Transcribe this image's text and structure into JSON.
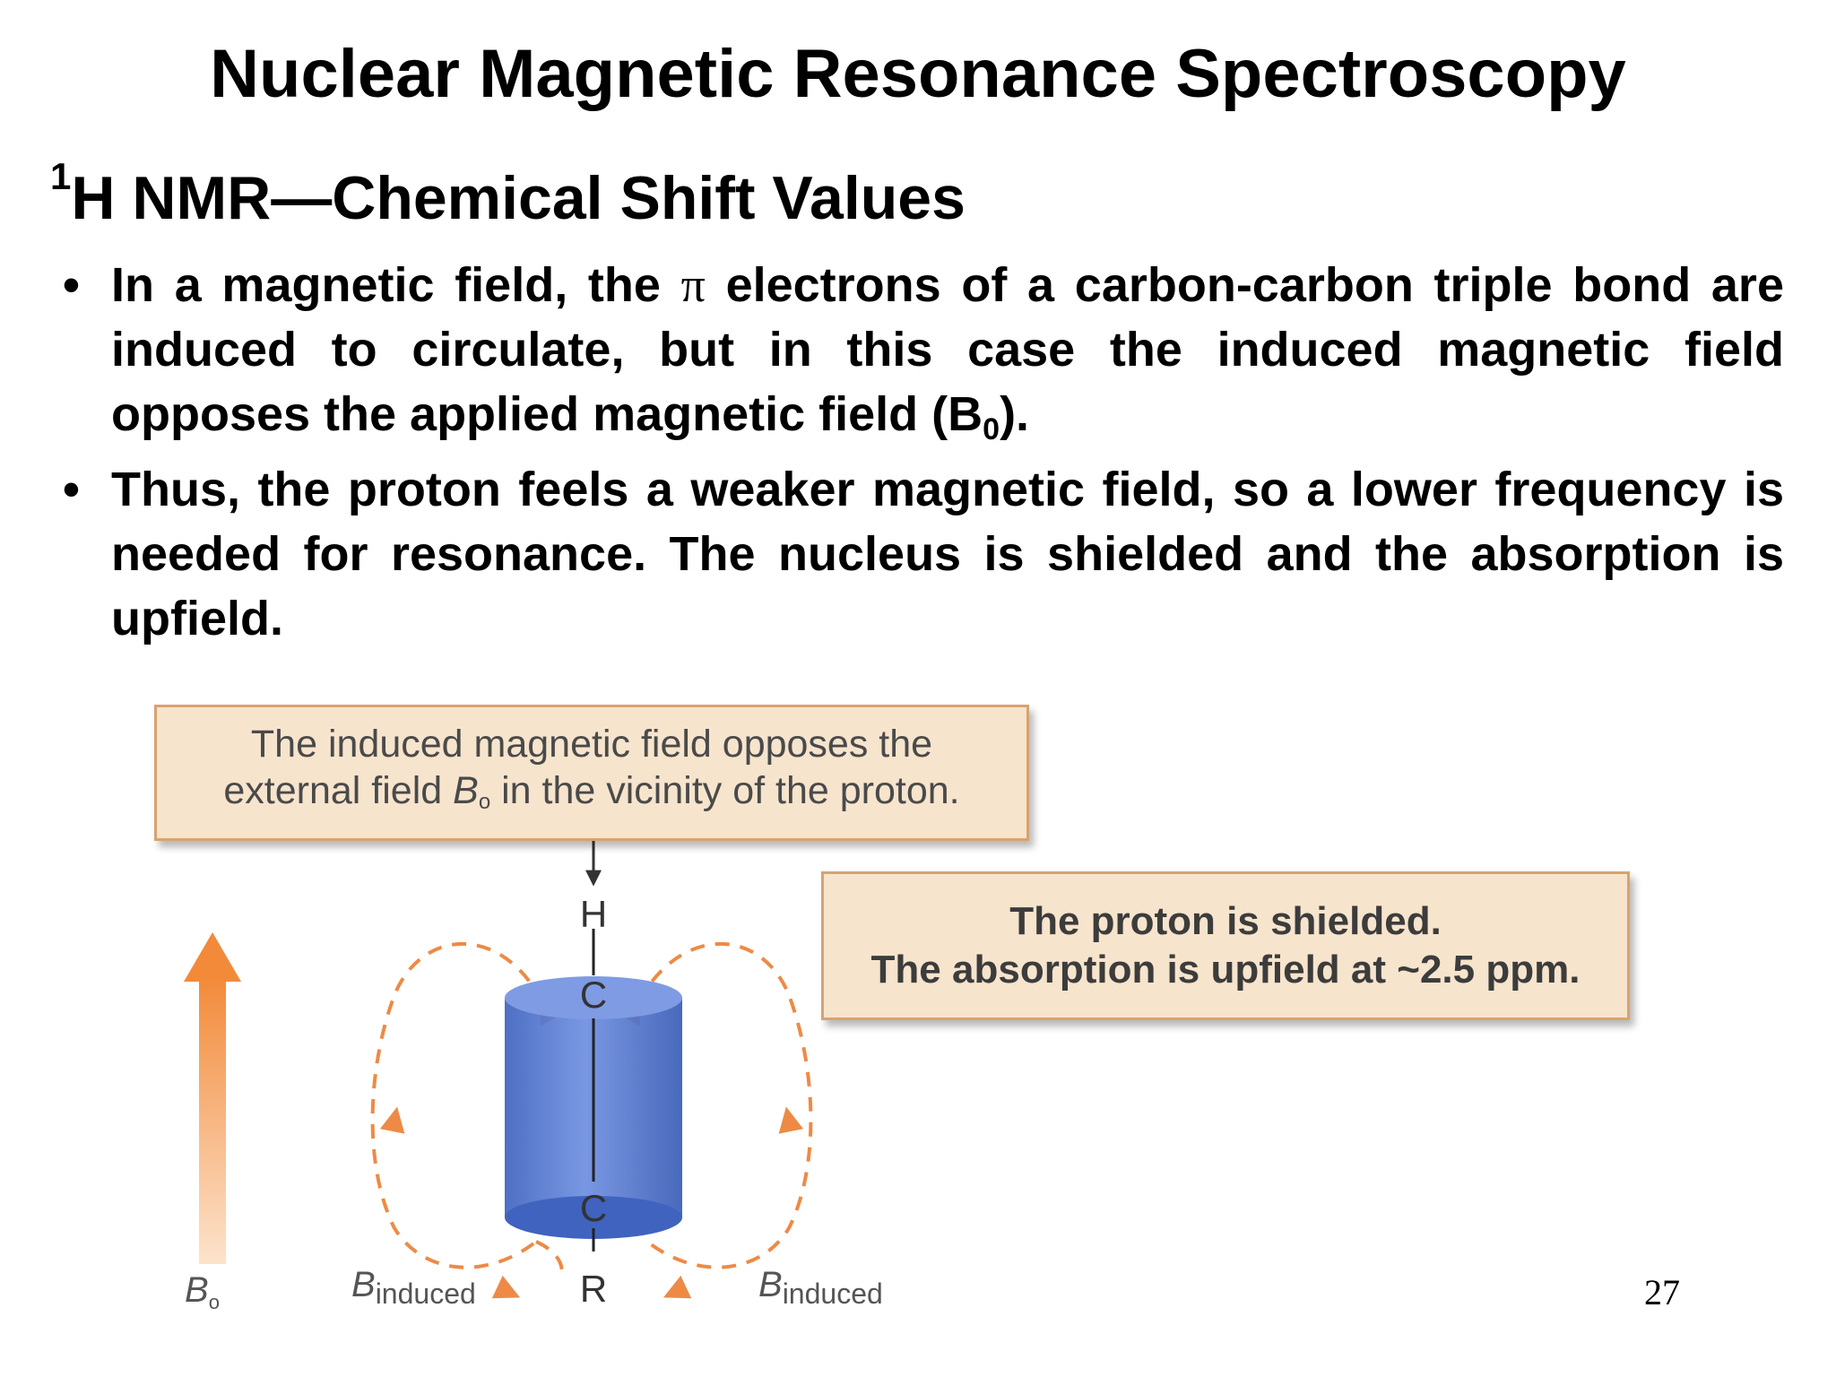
{
  "slide": {
    "title": "Nuclear Magnetic Resonance Spectroscopy",
    "subtitle_sup": "1",
    "subtitle_rest": "H NMR—Chemical Shift Values",
    "bullet1": {
      "part1": "In a magnetic field, the ",
      "pi": "π",
      "part2": " electrons of a carbon-carbon triple bond are induced to circulate, but in this case the induced magnetic field opposes the applied magnetic field (B",
      "sub": "0",
      "part3": ")."
    },
    "bullet2": "Thus, the proton feels a weaker magnetic field, so a lower frequency is needed for resonance. The nucleus is shielded and the absorption is upfield.",
    "page_number": "27"
  },
  "figure": {
    "box1": {
      "line1": "The induced magnetic field opposes the",
      "line2_pre": "external field ",
      "line2_B": "B",
      "line2_sub": "o",
      "line2_post": " in the vicinity of the proton."
    },
    "box2": {
      "line1": "The proton is shielded.",
      "line2": "The absorption is upfield at ~2.5 ppm."
    },
    "atoms": {
      "h": "H",
      "c_top": "C",
      "c_bottom": "C",
      "r": "R"
    },
    "labels": {
      "b_ext": "B",
      "b_ext_sub": "o",
      "b_induced": "B",
      "b_induced_sub": "induced"
    },
    "colors": {
      "arrow_orange": "#f08a3c",
      "cylinder_blue": "#4f74c8",
      "box_fill": "#f7e4cd",
      "box_border": "#d7a36f"
    }
  }
}
